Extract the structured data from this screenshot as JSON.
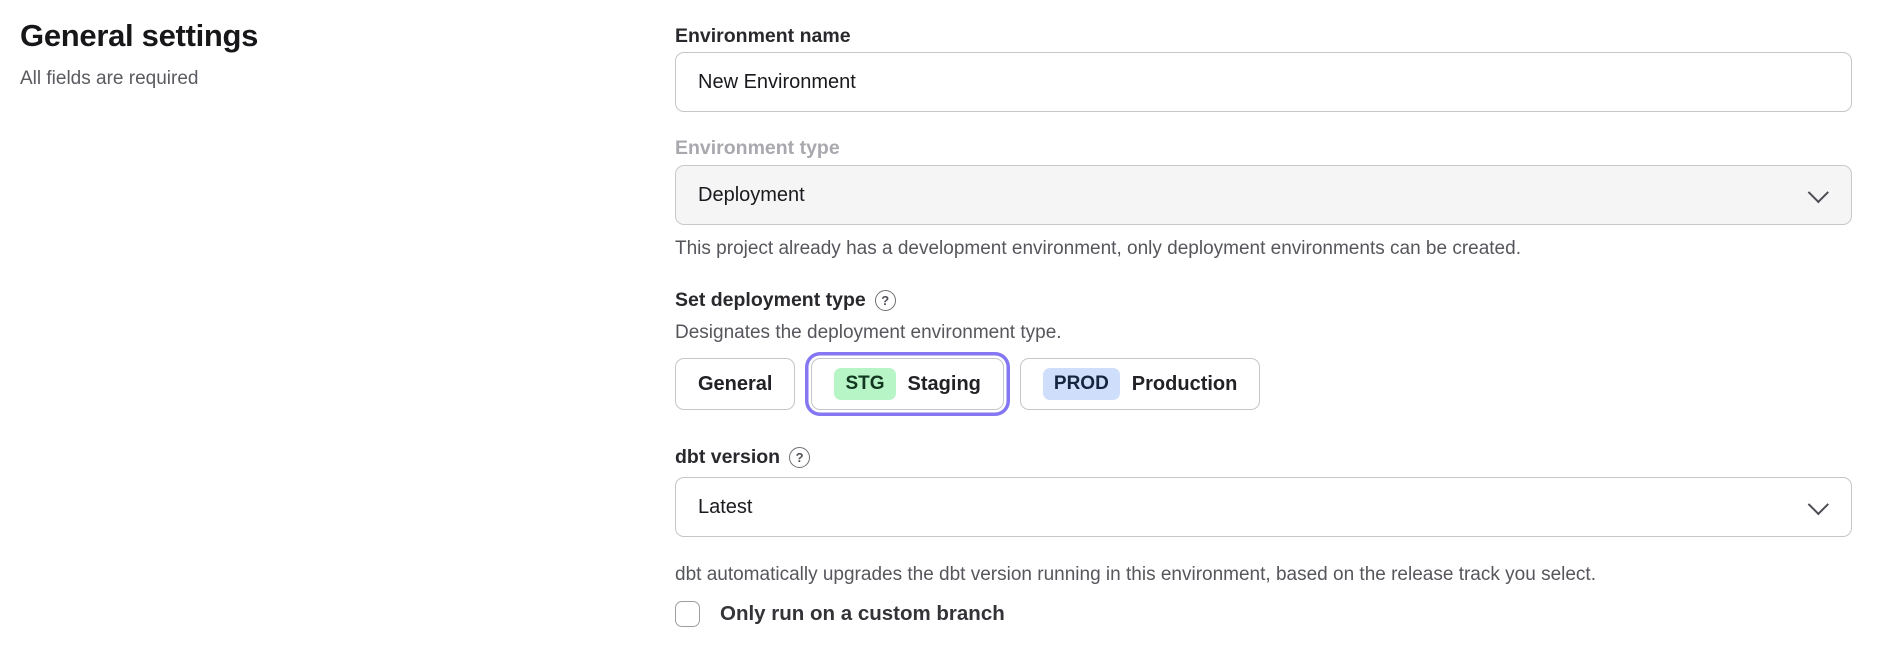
{
  "page": {
    "title": "General settings",
    "subtitle": "All fields are required"
  },
  "form": {
    "environment_name": {
      "label": "Environment name",
      "value": "New Environment"
    },
    "environment_type": {
      "label": "Environment type",
      "value": "Deployment",
      "disabled": true,
      "helper": "This project already has a development environment, only deployment environments can be created."
    },
    "deployment_type": {
      "label": "Set deployment type",
      "help_icon": "?",
      "helper": "Designates the deployment environment type.",
      "options": [
        {
          "label": "General",
          "badge": "",
          "selected": false
        },
        {
          "label": "Staging",
          "badge": "STG",
          "selected": true
        },
        {
          "label": "Production",
          "badge": "PROD",
          "selected": false
        }
      ]
    },
    "dbt_version": {
      "label": "dbt version",
      "help_icon": "?",
      "value": "Latest",
      "helper": "dbt automatically upgrades the dbt version running in this environment, based on the release track you select."
    },
    "custom_branch": {
      "label": "Only run on a custom branch",
      "checked": false
    }
  },
  "icons": {
    "select_chevron": "chevron-down",
    "help": "question-mark-circle"
  },
  "colors": {
    "accent_purple": "#8577f2",
    "staging_badge_green": "#b7f5c7",
    "production_badge_blue": "#cfdffb",
    "disabled_field_bg": "#f5f5f6",
    "border_gray": "#c6c6ca",
    "helper_text_gray": "#56565c"
  }
}
